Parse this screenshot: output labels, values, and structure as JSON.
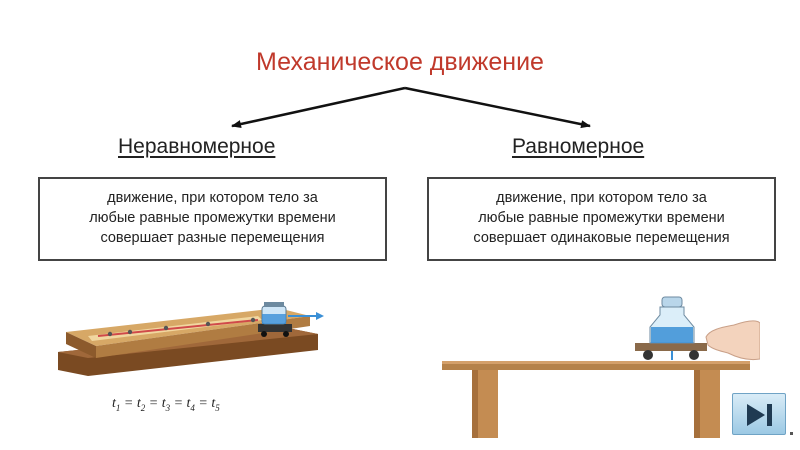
{
  "title": "Механическое движение",
  "left": {
    "heading": "Неравномерное",
    "definition": [
      "движение, при котором тело за",
      "любые равные промежутки времени",
      "совершает разные перемещения"
    ],
    "formula": {
      "symbol": "t",
      "indices": [
        "1",
        "2",
        "3",
        "4",
        "5"
      ]
    }
  },
  "right": {
    "heading": "Равномерное",
    "definition": [
      "движение, при котором тело за",
      "любые равные промежутки времени",
      "совершает одинаковые перемещения"
    ]
  },
  "colors": {
    "title": "#c0392b",
    "board": "#c89a5a",
    "table": "#b5824a",
    "water": "#3a8fd6",
    "button": "#9cc9e4"
  },
  "icons": {
    "next": "play-next-icon"
  }
}
